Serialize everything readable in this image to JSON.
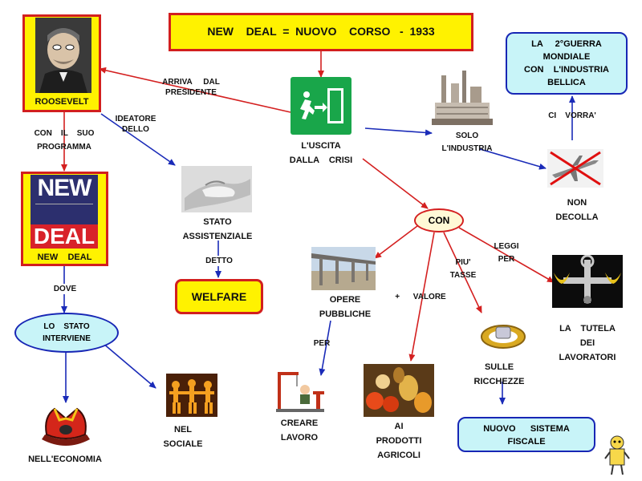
{
  "title": "NEW    DEAL  =  NUOVO    CORSO   -  1933",
  "nodes": {
    "roosevelt": "ROOSEVELT",
    "uscita": "L'USCITA\nDALLA    CRISI",
    "industria": "SOLO\nL'INDUSTRIA",
    "guerra": "LA     2°GUERRA\nMONDIALE\nCON    L'INDUSTRIA\nBELLICA",
    "non_decolla": "NON\nDECOLLA",
    "new_deal": "NEW    DEAL",
    "book_new": "NEW",
    "book_deal": "DEAL",
    "stato_assist": "STATO\nASSISTENZIALE",
    "welfare": "WELFARE",
    "con": "CON",
    "opere": "OPERE\nPUBBLICHE",
    "tutela": "LA    TUTELA\nDEI\nLAVORATORI",
    "stato_interviene": "LO    STATO\nINTERVIENE",
    "nell_economia": "NELL'ECONOMIA",
    "nel_sociale": "NEL\nSOCIALE",
    "creare_lavoro": "CREARE\nLAVORO",
    "prodotti": "AI\nPRODOTTI\nAGRICOLI",
    "ricchezze": "SULLE\nRICCHEZZE",
    "sistema_fiscale": "NUOVO      SISTEMA\nFISCALE"
  },
  "links": {
    "arriva": "ARRIVA     DAL\nPRESIDENTE",
    "programma": "CON    IL    SUO\nPROGRAMMA",
    "ideatore": "IDEATORE\nDELLO",
    "ci_vorra": "CI    VORRA'",
    "detto": "DETTO",
    "dove": "DOVE",
    "leggi": "LEGGI\nPER",
    "piu_tasse": "PIU'\nTASSE",
    "valore": "+      VALORE",
    "per": "PER"
  },
  "colors": {
    "red_arrow": "#d42020",
    "blue_arrow": "#1a2bb8",
    "yellow": "#fff200",
    "cyan": "#c8f4f8"
  },
  "icons": [
    "roosevelt-portrait",
    "exit-sign-icon",
    "factory-icon",
    "crossed-airplane-icon",
    "hands-icon",
    "bridge-icon",
    "tools-icon",
    "paper-people-icon",
    "hat-icon",
    "crane-worker-icon",
    "vegetables-icon",
    "gold-ring-icon",
    "mascot-icon"
  ]
}
